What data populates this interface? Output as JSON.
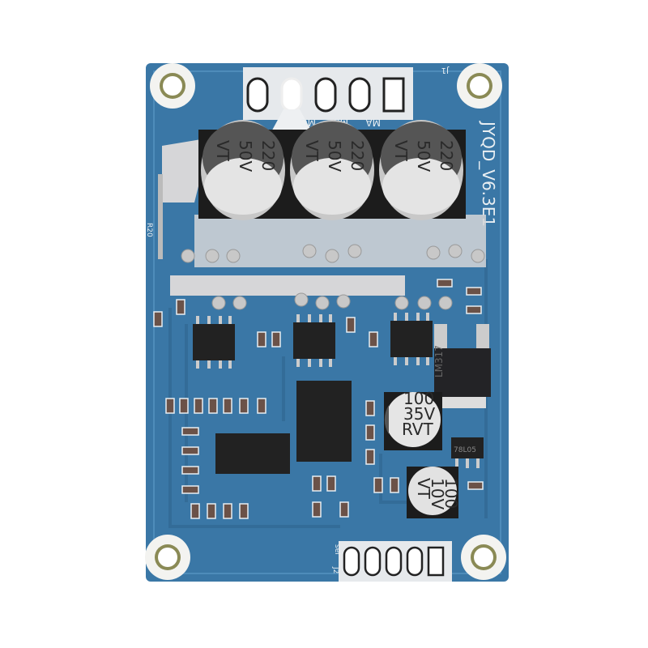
{
  "board": {
    "model_label": "JYQD_V6.3E1",
    "connector_j1_label": "J1",
    "connector_j2_label": "J2",
    "j1_pin_labels": [
      "MA",
      "MB",
      "MC"
    ],
    "j2_label": "sel",
    "resistor_label": "R20",
    "colors": {
      "pcb": "#3a77a6",
      "silk": "#e8eef2",
      "solder": "#d8d8d8",
      "chip": "#1e1e22"
    }
  },
  "capacitors": [
    {
      "lines": [
        "220",
        "50V",
        "VT"
      ]
    },
    {
      "lines": [
        "220",
        "50V",
        "VT"
      ]
    },
    {
      "lines": [
        "220",
        "50V",
        "VT"
      ]
    },
    {
      "lines": [
        "100",
        "35V",
        "RVT"
      ]
    },
    {
      "lines": [
        "100",
        "10V",
        "VT"
      ]
    }
  ],
  "regulators": [
    {
      "label": "LM317"
    },
    {
      "label": "78L05"
    }
  ]
}
